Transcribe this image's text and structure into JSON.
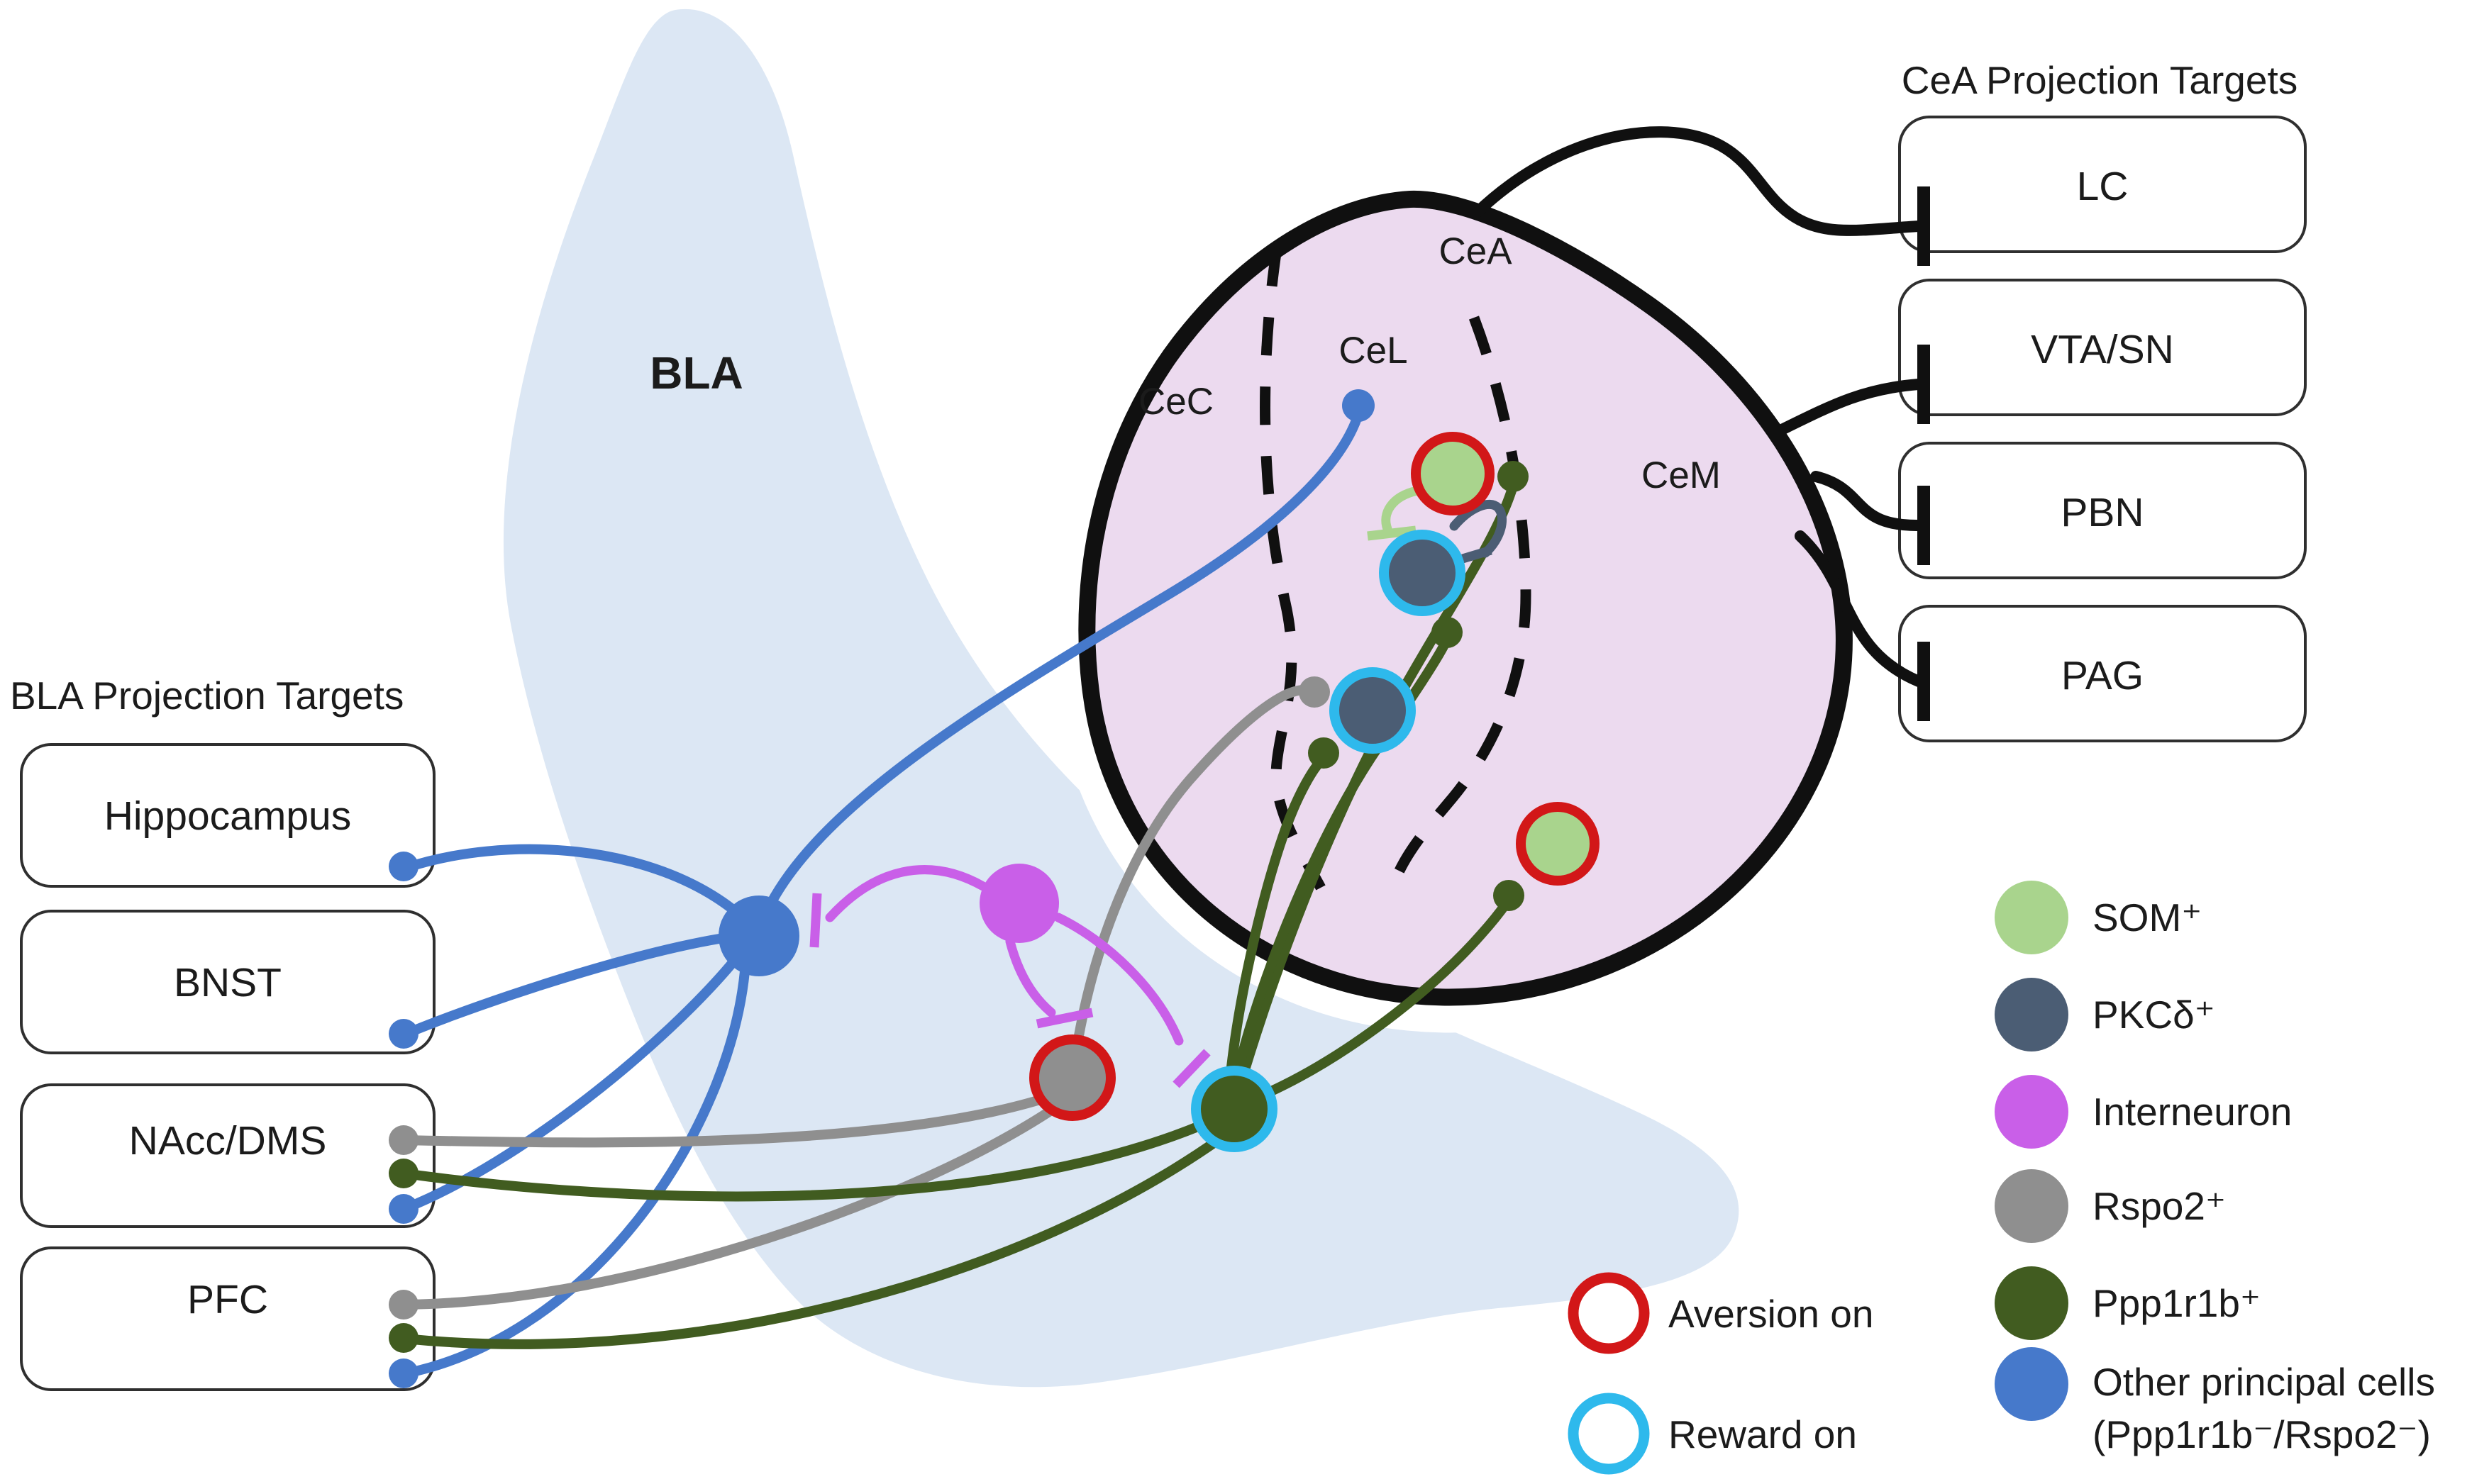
{
  "palette": {
    "background": "#ffffff",
    "bla_fill": "#dce7f4",
    "cea_fill": "#ecdaef",
    "outline": "#101010",
    "blue": "#4679cb",
    "gray": "#8f8f8f",
    "dark_green": "#415c20",
    "light_green": "#a9d48d",
    "slate": "#4b5d74",
    "magenta": "#c95fe8",
    "red_ring": "#d21718",
    "cyan_ring": "#2eb9ec",
    "text": "#1b1b1b"
  },
  "bla_label": "BLA",
  "regions": {
    "cea": "CeA",
    "cel": "CeL",
    "cec": "CeC",
    "cem": "CeM"
  },
  "left_panel": {
    "title": "BLA Projection Targets",
    "boxes": [
      "Hippocampus",
      "BNST",
      "NAcc/DMS",
      "PFC"
    ]
  },
  "right_panel": {
    "title": "CeA Projection Targets",
    "boxes": [
      "LC",
      "VTA/SN",
      "PBN",
      "PAG"
    ]
  },
  "legend": {
    "activity_markers": [
      {
        "label": "Aversion on",
        "color": "#d21718"
      },
      {
        "label": "Reward on",
        "color": "#2eb9ec"
      }
    ],
    "cell_types": [
      {
        "label": "SOM⁺",
        "color": "#a9d48d"
      },
      {
        "label": "PKCδ⁺",
        "color": "#4b5d74"
      },
      {
        "label": "Interneuron",
        "color": "#c95fe8"
      },
      {
        "label": "Rspo2⁺",
        "color": "#8f8f8f"
      },
      {
        "label": "Ppp1r1b⁺",
        "color": "#415c20"
      },
      {
        "label": "Other principal cells",
        "label2": "(Ppp1r1b⁻/Rspo2⁻)",
        "color": "#4679cb"
      }
    ]
  }
}
